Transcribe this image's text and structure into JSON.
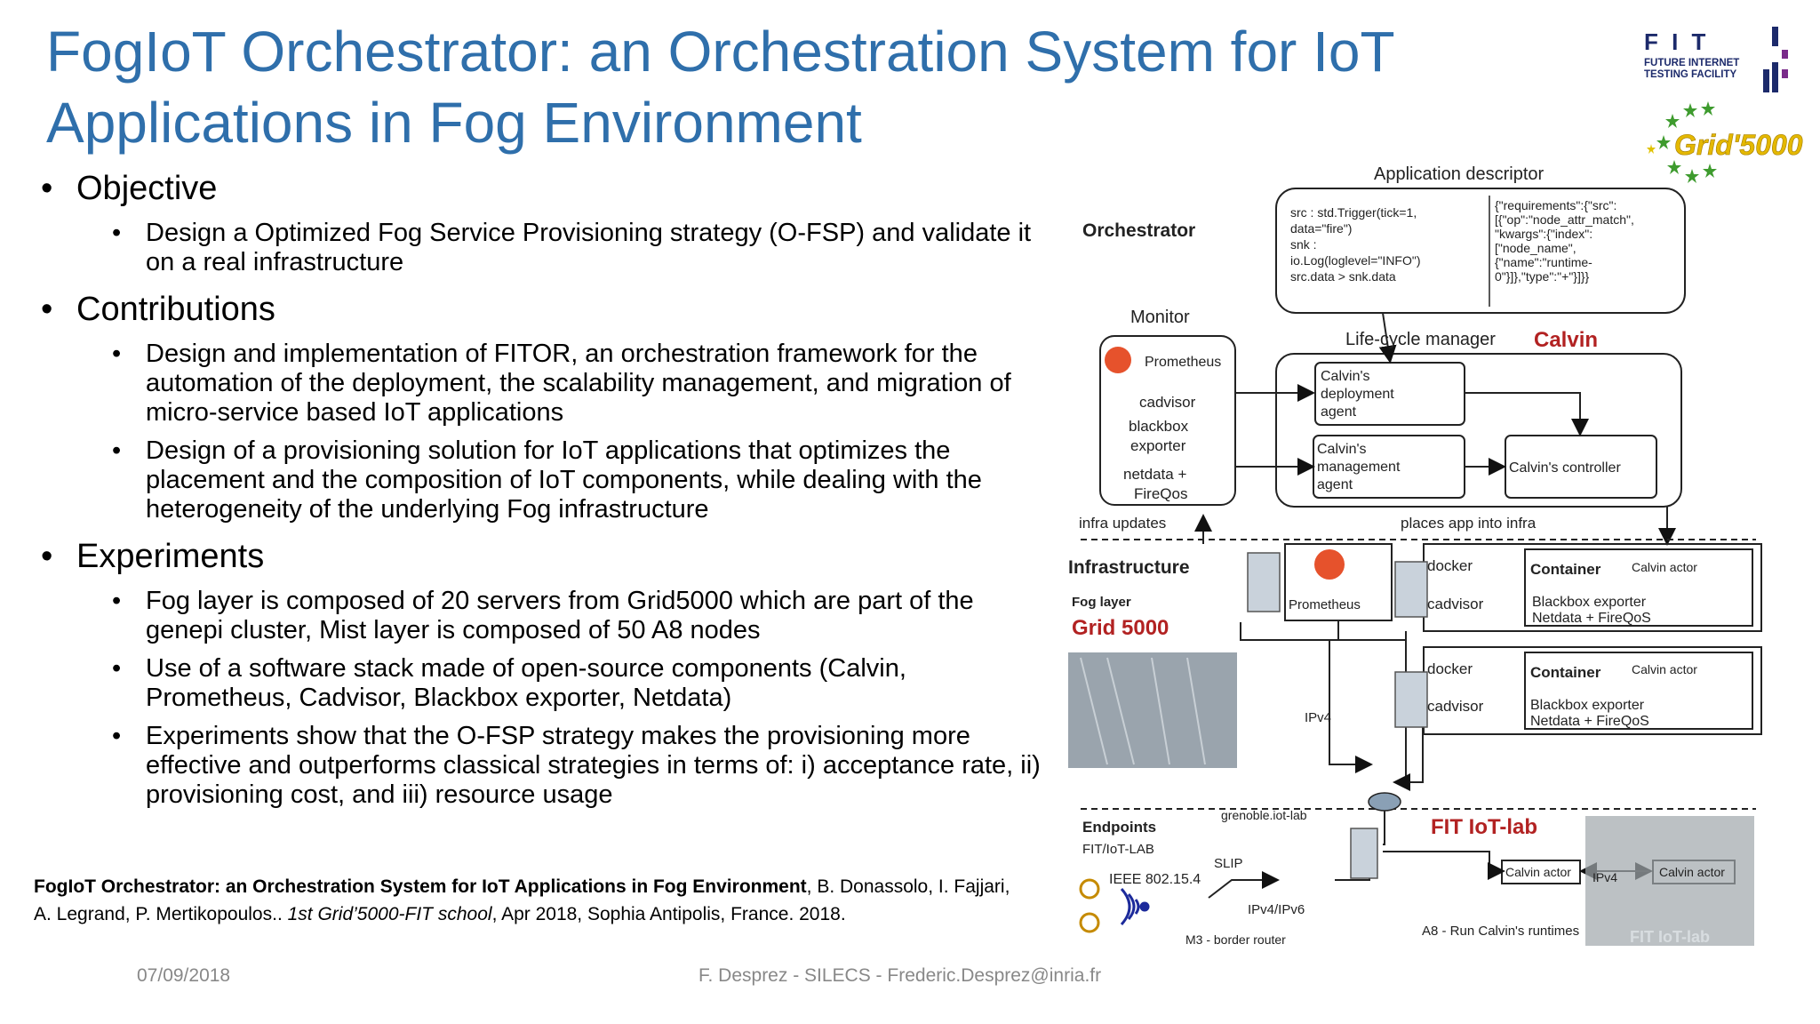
{
  "slide": {
    "title": "FogIoT Orchestrator: an Orchestration System for IoT Applications in Fog Environment",
    "sections": [
      {
        "heading": "Objective",
        "items": [
          "Design a Optimized Fog Service Provisioning strategy (O-FSP) and validate it on a real infrastructure"
        ]
      },
      {
        "heading": "Contributions",
        "items": [
          "Design and implementation of FITOR, an orchestration framework for the automation of the deployment, the scalability management, and migration of micro-service based IoT applications",
          "Design of a provisioning solution for IoT applications that optimizes the placement and the composition of IoT components, while dealing with the heterogeneity of the underlying Fog infrastructure"
        ]
      },
      {
        "heading": "Experiments",
        "items": [
          "Fog layer is composed of 20 servers from Grid5000 which are part of the genepi cluster, Mist layer is composed of 50 A8 nodes",
          "Use of a software stack made of open-source components (Calvin, Prometheus, Cadvisor, Blackbox exporter, Netdata)",
          "Experiments show that the O-FSP strategy makes the provisioning more effective and outperforms classical strategies in terms of: i) acceptance rate, ii) provisioning cost, and iii) resource usage"
        ]
      }
    ],
    "reference": {
      "title": "FogIoT Orchestrator: an Orchestration System for IoT Applications in Fog Environment",
      "authors": ", B. Donassolo, I. Fajjari, A. Legrand, P. Mertikopoulos.. ",
      "venue": "1st Grid’5000-FIT school",
      "tail": ", Apr 2018, Sophia Antipolis, France. 2018."
    },
    "footer": {
      "date": "07/09/2018",
      "author": "F. Desprez - SILECS - Frederic.Desprez@inria.fr"
    }
  },
  "logos": {
    "fit": {
      "letters": "F I T",
      "line1": "FUTURE INTERNET",
      "line2": "TESTING FACILITY"
    },
    "grid5000": {
      "text": "Grid'5000"
    }
  },
  "diagram": {
    "app_descriptor": "Application descriptor",
    "orchestrator": "Orchestrator",
    "code_left": [
      "src : std.Trigger(tick=1,",
      "data=\"fire\")",
      "snk :",
      "io.Log(loglevel=\"INFO\")",
      "src.data > snk.data"
    ],
    "code_right": [
      "{\"requirements\":{\"src\":",
      "[{\"op\":\"node_attr_match\",",
      "\"kwargs\":{\"index\":",
      "[\"node_name\",",
      "{\"name\":\"runtime-",
      "0\"}]},\"type\":\"+\"}]}}"
    ],
    "monitor": "Monitor",
    "lifecycle": "Life-cycle manager",
    "calvin": "Calvin",
    "prometheus": "Prometheus",
    "cadvisor": "cadvisor",
    "blackbox_1": "blackbox",
    "blackbox_2": "exporter",
    "netdata_1": "netdata +",
    "netdata_2": "FireQos",
    "deploy_agent": [
      "Calvin's",
      "deployment",
      "agent"
    ],
    "mgmt_agent": [
      "Calvin's",
      "management",
      "agent"
    ],
    "controller": "Calvin's controller",
    "infra_updates": "infra updates",
    "places_app": "places app into infra",
    "infrastructure": "Infrastructure",
    "fog_layer": "Fog layer",
    "grid_5000": "Grid 5000",
    "docker": "docker",
    "container": "Container",
    "calvin_actor": "Calvin actor",
    "blackbox_exporter": "Blackbox exporter",
    "netdata_fireqos": "Netdata + FireQoS",
    "ipv4": "IPv4",
    "endpoints": "Endpoints",
    "fit_iotlab_small": "FIT/IoT-LAB",
    "grenoble": "grenoble.iot-lab",
    "fit_iotlab": "FIT IoT-lab",
    "ieee": "IEEE 802.15.4",
    "slip": "SLIP",
    "ipv4ipv6": "IPv4/IPv6",
    "m3_border": "M3 - border router",
    "a8_runtimes": "A8 - Run Calvin's runtimes",
    "fit_watermark": "FIT IoT-lab"
  }
}
